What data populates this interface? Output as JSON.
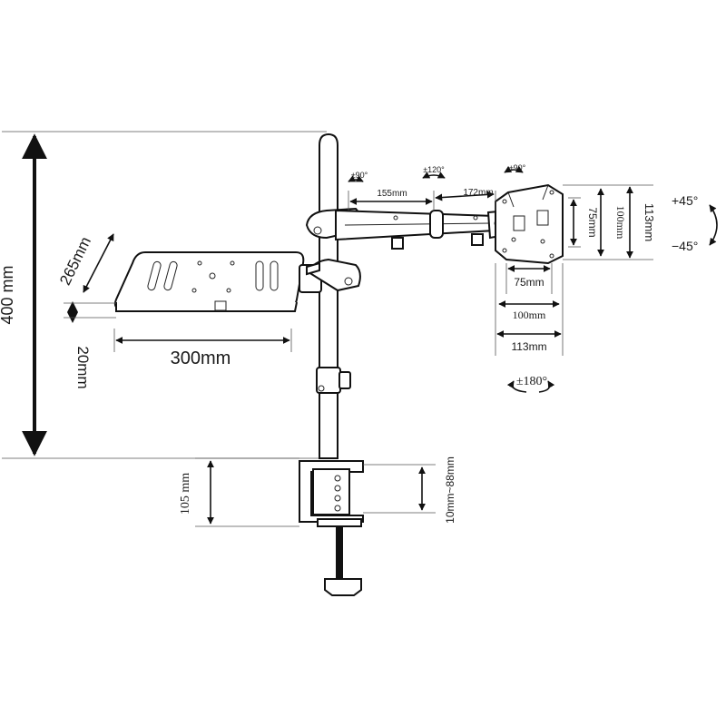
{
  "dimensions": {
    "total_height": "400 mm",
    "laptop_tray_depth": "265mm",
    "laptop_tray_width": "300mm",
    "laptop_tray_lip": "20mm",
    "clamp_height": "105 mm",
    "clamp_range": "10mm~88mm",
    "arm_segment_1": "155mm",
    "arm_segment_2": "172mm",
    "vesa_75_vertical": "75mm",
    "vesa_100_vertical": "100mm",
    "vesa_113_vertical": "113mm",
    "vesa_75_horizontal": "75mm",
    "vesa_100_horizontal": "100mm",
    "vesa_113_horizontal": "113mm"
  },
  "rotations": {
    "joint_1": "±90°",
    "joint_2": "±120°",
    "joint_3": "±90°",
    "screen_rotate": "±180°",
    "tilt_up": "+45°",
    "tilt_down": "−45°"
  }
}
